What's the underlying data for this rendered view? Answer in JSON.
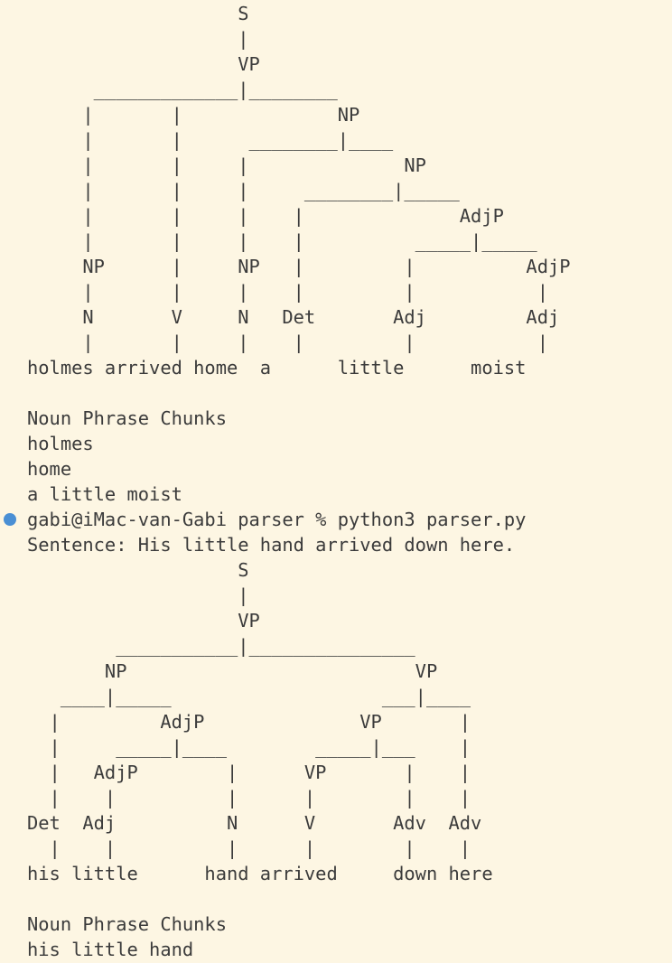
{
  "terminal": {
    "prompt_dot_color": "#4a8fd4",
    "text_color": "#3b3b3b",
    "background_color": "#fdf6e3",
    "lines": [
      "                   S",
      "                   |",
      "                   VP",
      "      _____________|________",
      "     |       |              NP",
      "     |       |      ________|____",
      "     |       |     |              NP",
      "     |       |     |     ________|_____",
      "     |       |     |    |              AdjP",
      "     |       |     |    |          _____|_____",
      "     NP      |     NP   |         |          AdjP",
      "     |       |     |    |         |           |",
      "     N       V     N   Det       Adj         Adj",
      "     |       |     |    |         |           |",
      "holmes arrived home  a      little      moist",
      "",
      "Noun Phrase Chunks",
      "holmes",
      "home",
      "a little moist",
      "gabi@iMac-van-Gabi parser % python3 parser.py",
      "Sentence: His little hand arrived down here.",
      "                   S",
      "                   |",
      "                   VP",
      "        ___________|_______________",
      "       NP                          VP",
      "   ____|_____                   ___|____",
      "  |         AdjP              VP       |",
      "  |     _____|____        _____|___    |",
      "  |   AdjP        |      VP       |    |",
      "  |    |          |      |        |    |",
      "Det  Adj          N      V       Adv  Adv",
      "  |    |          |      |        |    |",
      "his little      hand arrived     down here",
      "",
      "Noun Phrase Chunks",
      "his little hand"
    ]
  }
}
